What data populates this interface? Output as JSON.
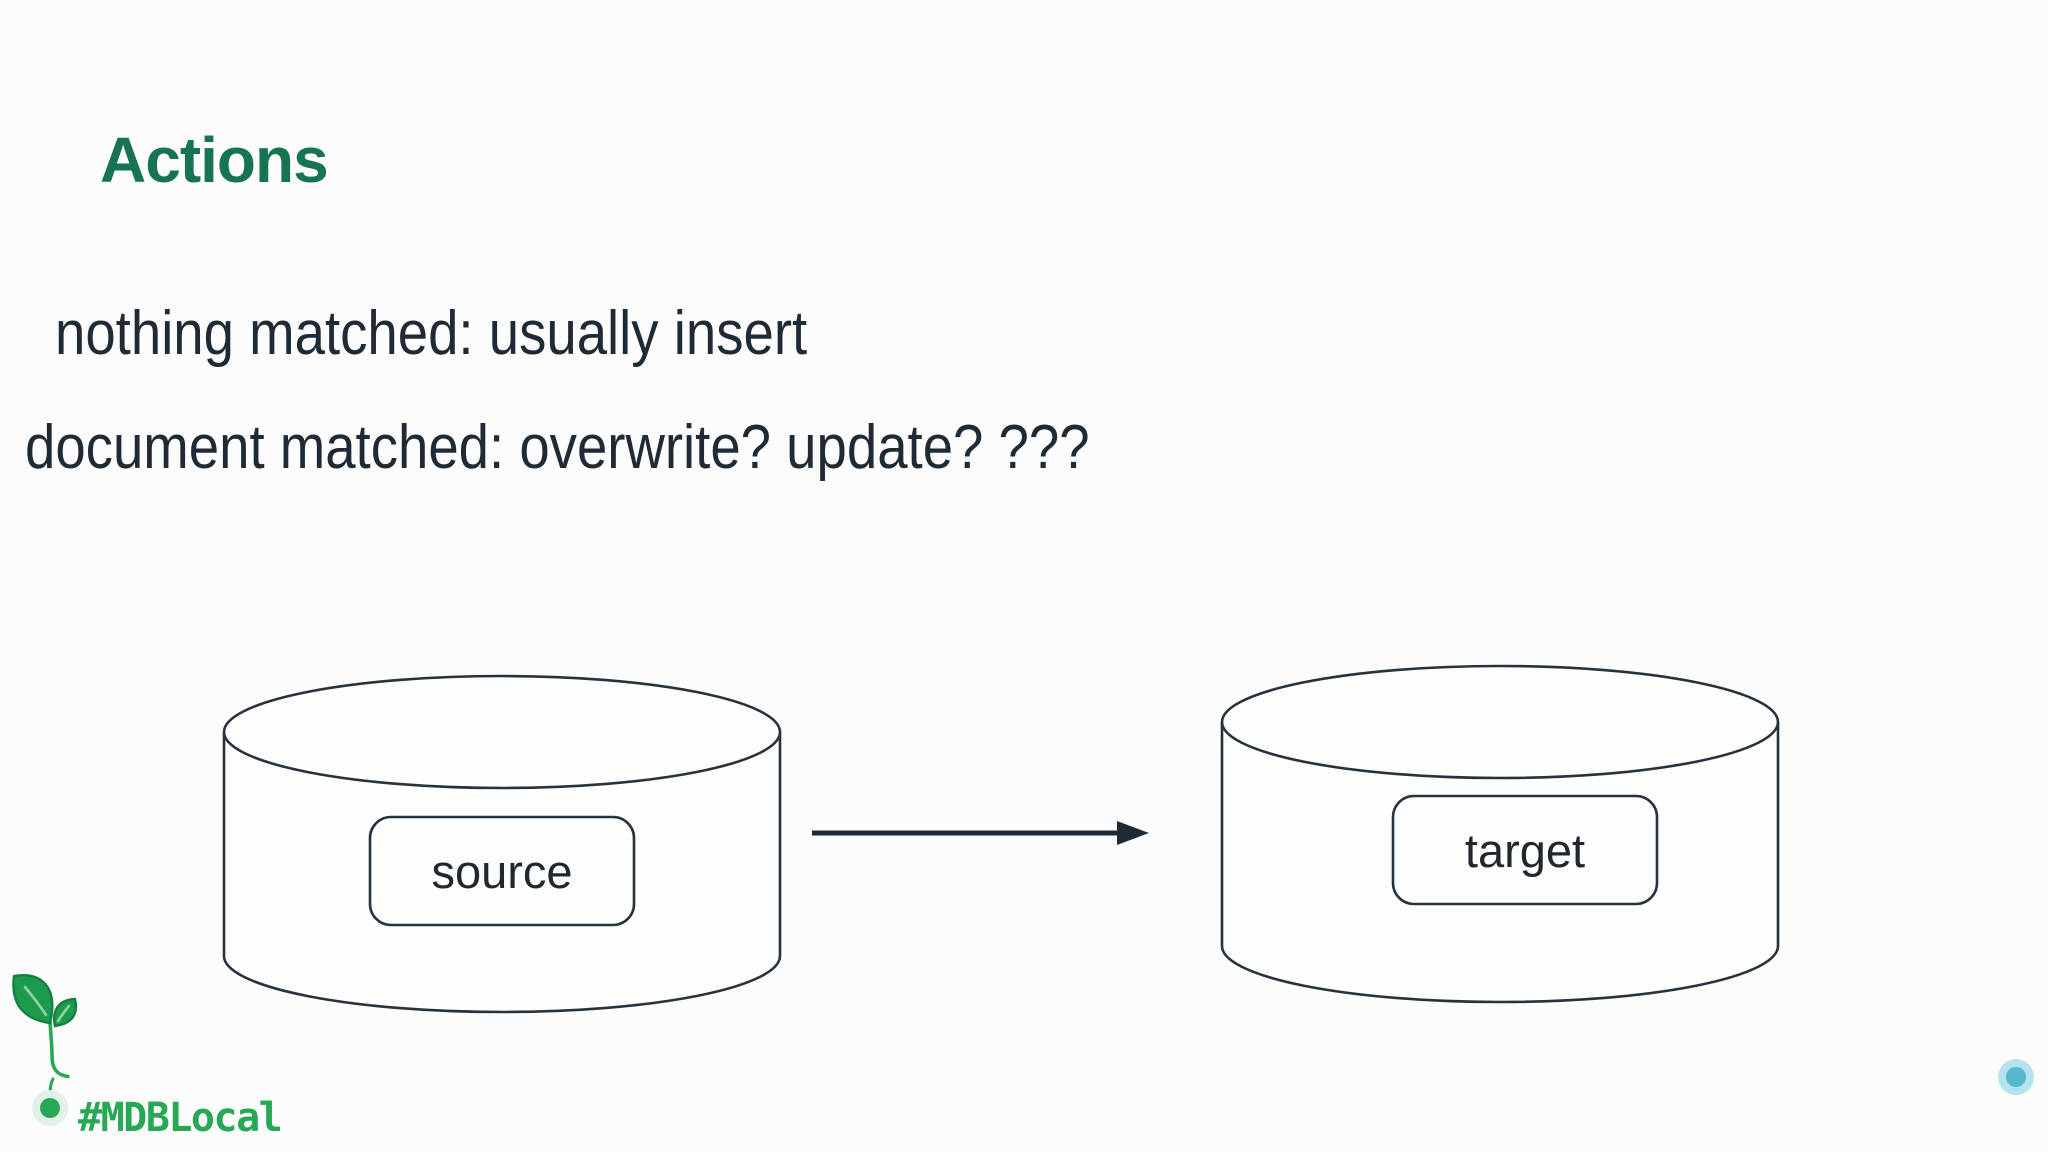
{
  "slide": {
    "title": "Actions",
    "bullets": [
      "nothing matched: usually insert",
      "document matched: overwrite? update? ???"
    ]
  },
  "diagram": {
    "source": {
      "label": "source"
    },
    "target": {
      "label": "target"
    },
    "arrow": "source-to-target"
  },
  "footer": {
    "hashtag": "#MDBLocal",
    "sprout_icon": "seedling-icon",
    "timeline_end": "dot"
  },
  "colors": {
    "background": "#FCFCFD",
    "title_green": "#177450",
    "body_text": "#1E2B37",
    "stroke_dark": "#26323E",
    "label_text": "#20272E",
    "cylinder_fill": "#FDFDFE",
    "footer_green": "#27A854",
    "leaf_fill": "#1E9A4D",
    "leaf_stroke": "#157F41",
    "leaf_vein": "#8FD3A4",
    "seed_halo": "#E1F1E5",
    "footer_teal": "#55B8CD",
    "teal_halo": "#B5E2EC"
  }
}
